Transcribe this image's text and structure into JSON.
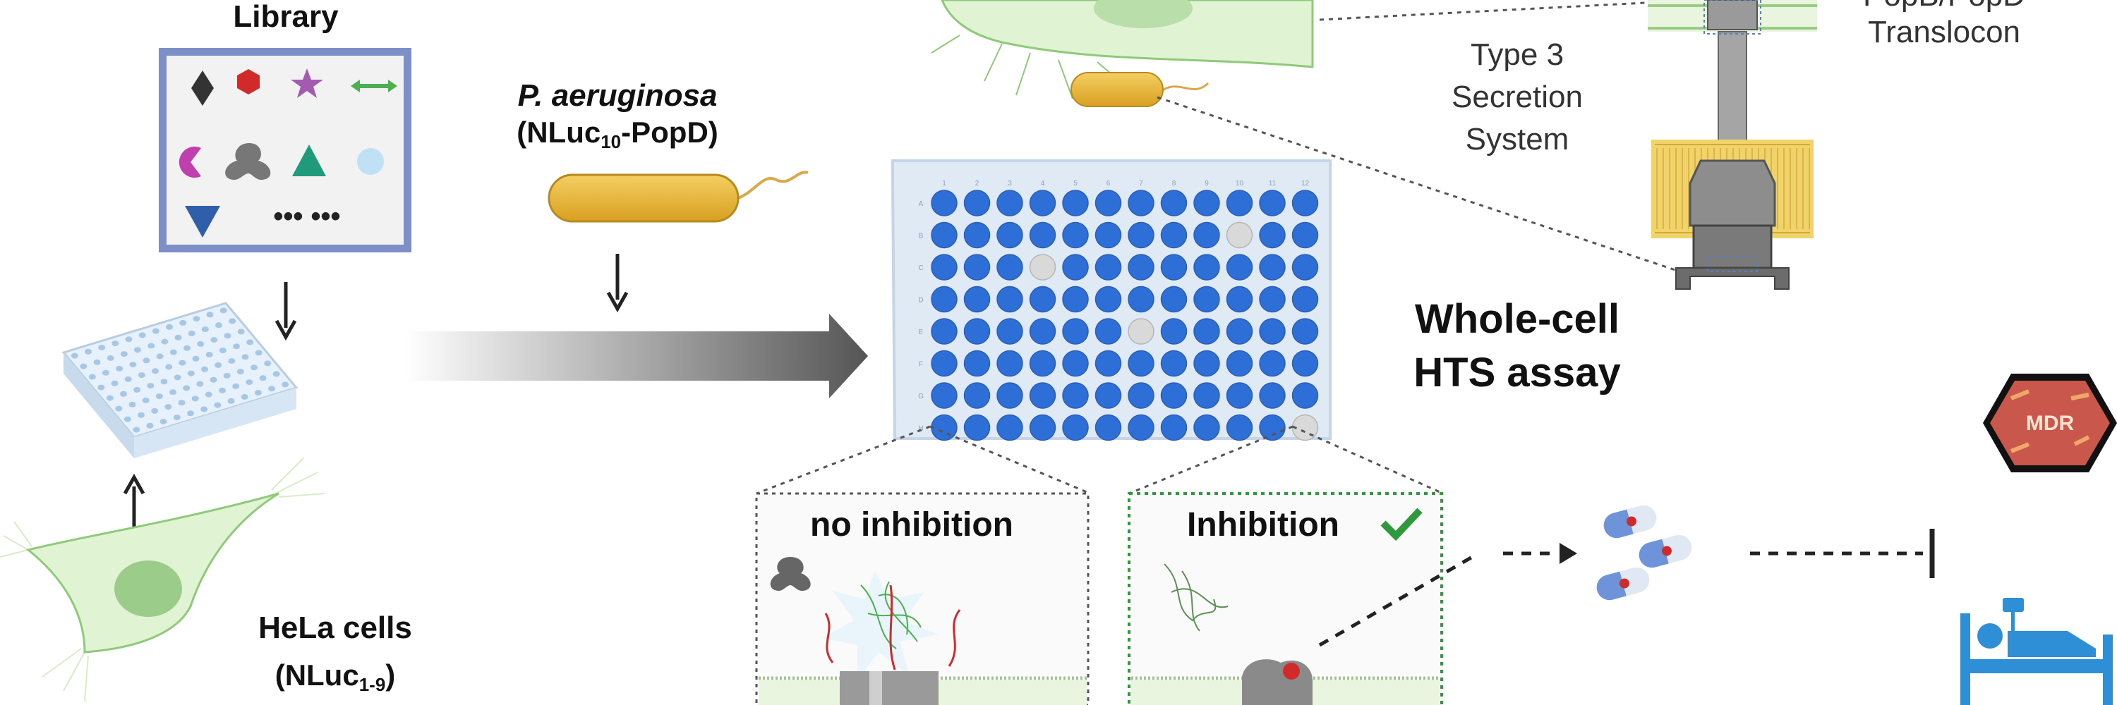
{
  "library": {
    "title": "Library",
    "more": "••• •••"
  },
  "bacterium": {
    "species": "P. aeruginosa",
    "construct_prefix": "(NLuc",
    "construct_sub": "10",
    "construct_suffix": "-PopD)"
  },
  "hela": {
    "title": "HeLa cells",
    "construct_prefix": "(NLuc",
    "construct_sub": "1-9",
    "construct_suffix": ")"
  },
  "secretion": {
    "line1": "Type 3",
    "line2": "Secretion",
    "line3": "System"
  },
  "translocon": {
    "line1": "PopB/PopD",
    "line2": "Translocon"
  },
  "assay": {
    "line1": "Whole-cell",
    "line2": "HTS assay"
  },
  "panels": {
    "no_inhibition": "no inhibition",
    "inhibition": "Inhibition"
  },
  "mdr": {
    "label": "MDR"
  },
  "plate": {
    "columns": [
      "1",
      "2",
      "3",
      "4",
      "5",
      "6",
      "7",
      "8",
      "9",
      "10",
      "11",
      "12"
    ],
    "rows": [
      "A",
      "B",
      "C",
      "D",
      "E",
      "F",
      "G",
      "H"
    ],
    "inhibited_wells": [
      "B10",
      "C4",
      "E7",
      "H12"
    ]
  },
  "colors": {
    "well_blue": "#2d6fd6",
    "well_empty": "#d9d9d9",
    "cell_green": "#dff3cf",
    "bacterium_gold": "#e7b534",
    "hit_green": "#2f9a3c",
    "mdr_red": "#c9574b"
  }
}
